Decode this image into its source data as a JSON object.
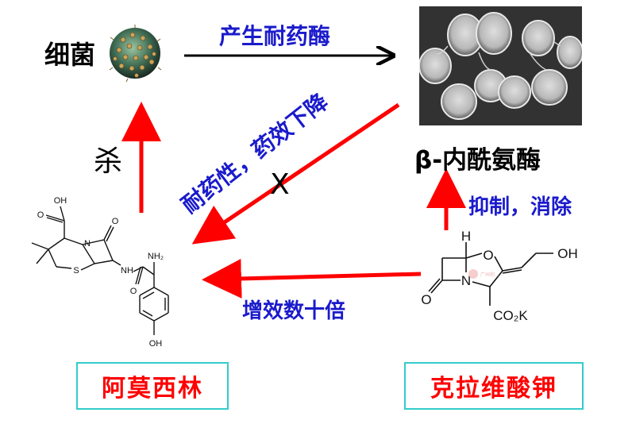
{
  "labels": {
    "bacteria": "细菌",
    "produce_resistance_enzyme": "产生耐药酶",
    "beta_lactamase": "β-内酰氨酶",
    "inhibit_eliminate": "抑制，消除",
    "kill": "杀",
    "resistance_efficacy_down": "耐药性，药效下降",
    "blocked_mark": "X",
    "synergy_tenfold": "增效数十倍"
  },
  "boxes": {
    "amoxicillin": "阿莫西林",
    "clavulanate_potassium": "克拉维酸钾"
  },
  "molecules": {
    "amoxicillin": {
      "oh_top": "OH",
      "o_left": "O",
      "n": "N",
      "o_right": "O",
      "s": "S",
      "nh2": "NH₂",
      "nh": "NH",
      "o_lower": "O",
      "oh_bottom": "OH"
    },
    "clavulanate": {
      "h": "H",
      "o_ring": "O",
      "oh": "OH",
      "n": "N",
      "o_carbonyl": "O",
      "co2k": "CO₂K",
      "watermark": "广州和……"
    }
  },
  "colors": {
    "arrow_red": "#ff0000",
    "arrow_black": "#000000",
    "text_blue": "#1a1acc",
    "box_border": "#33cccc"
  }
}
